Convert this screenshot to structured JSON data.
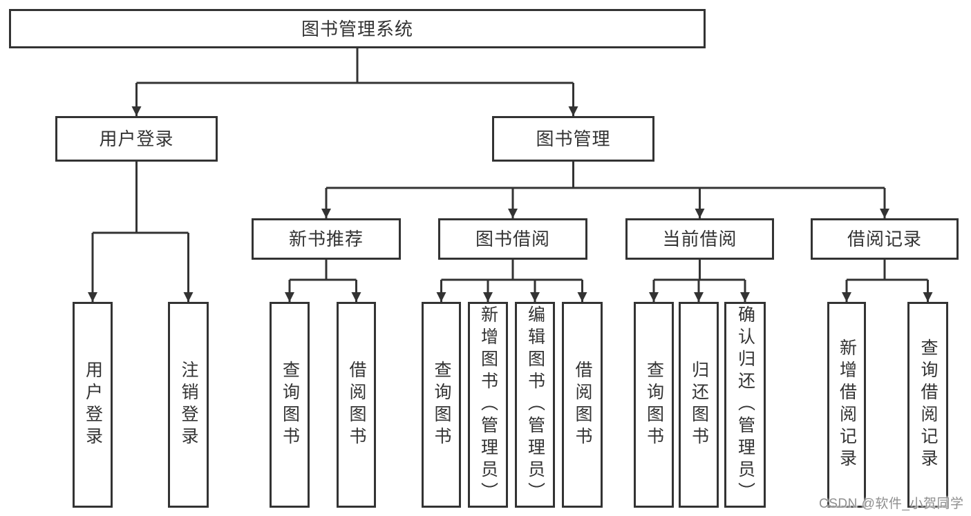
{
  "colors": {
    "line": "#333333",
    "box_border": "#333333",
    "box_background": "#ffffff",
    "text": "#333333",
    "watermark": "#8f8f8f",
    "page_background": "#ffffff"
  },
  "watermark": {
    "text": "CSDN @软件_小贺同学"
  },
  "tree": {
    "label": "图书管理系统",
    "children": [
      {
        "label": "用户登录",
        "children": [
          {
            "label": "用户登录"
          },
          {
            "label": "注销登录"
          }
        ]
      },
      {
        "label": "图书管理",
        "children": [
          {
            "label": "新书推荐",
            "children": [
              {
                "label": "查询图书"
              },
              {
                "label": "借阅图书"
              }
            ]
          },
          {
            "label": "图书借阅",
            "children": [
              {
                "label": "查询图书"
              },
              {
                "label": "新增图书（管理员）"
              },
              {
                "label": "编辑图书（管理员）"
              },
              {
                "label": "借阅图书"
              }
            ]
          },
          {
            "label": "当前借阅",
            "children": [
              {
                "label": "查询图书"
              },
              {
                "label": "归还图书"
              },
              {
                "label": "确认归还（管理员）"
              }
            ]
          },
          {
            "label": "借阅记录",
            "children": [
              {
                "label": "新增借阅记录"
              },
              {
                "label": "查询借阅记录"
              }
            ]
          }
        ]
      }
    ]
  }
}
